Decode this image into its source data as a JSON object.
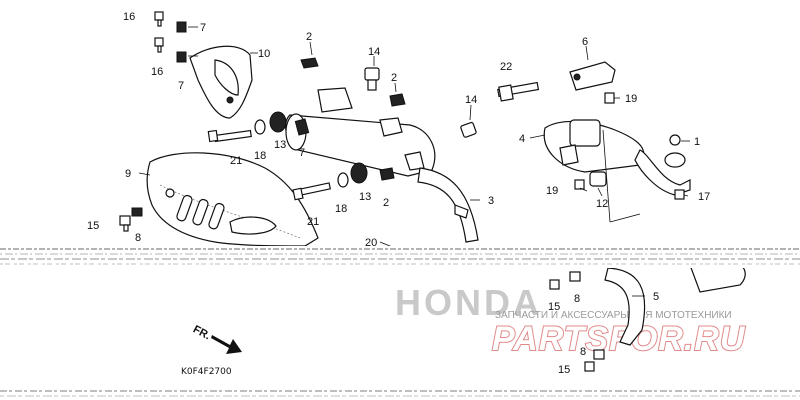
{
  "callouts": {
    "c1": "1",
    "c2a": "2",
    "c2b": "2",
    "c2c": "2",
    "c3": "3",
    "c4": "4",
    "c5": "5",
    "c6": "6",
    "c7a": "7",
    "c7b": "7",
    "c7c": "7",
    "c8a": "8",
    "c8b": "8",
    "c8c": "8",
    "c9": "9",
    "c10": "10",
    "c12": "12",
    "c13a": "13",
    "c13b": "13",
    "c14a": "14",
    "c14b": "14",
    "c15a": "15",
    "c15b": "15",
    "c15c": "15",
    "c16a": "16",
    "c16b": "16",
    "c17": "17",
    "c18a": "18",
    "c18b": "18",
    "c19a": "19",
    "c19b": "19",
    "c20": "20",
    "c21a": "21",
    "c21b": "21",
    "c22": "22"
  },
  "direction_label": "FR.",
  "diagram_code": "K0F4F2700",
  "watermark": {
    "brand": "HONDA",
    "tagline": "ЗАПЧАСТИ И АКСЕССУАРЫ ДЛЯ МОТОТЕХНИКИ",
    "site_logo": "PARTSFOR.RU"
  },
  "colors": {
    "line": "#111111",
    "scan_band": "#9a9a9a",
    "watermark_red": "#e08a8a",
    "watermark_gray": "#c9c9c9"
  }
}
